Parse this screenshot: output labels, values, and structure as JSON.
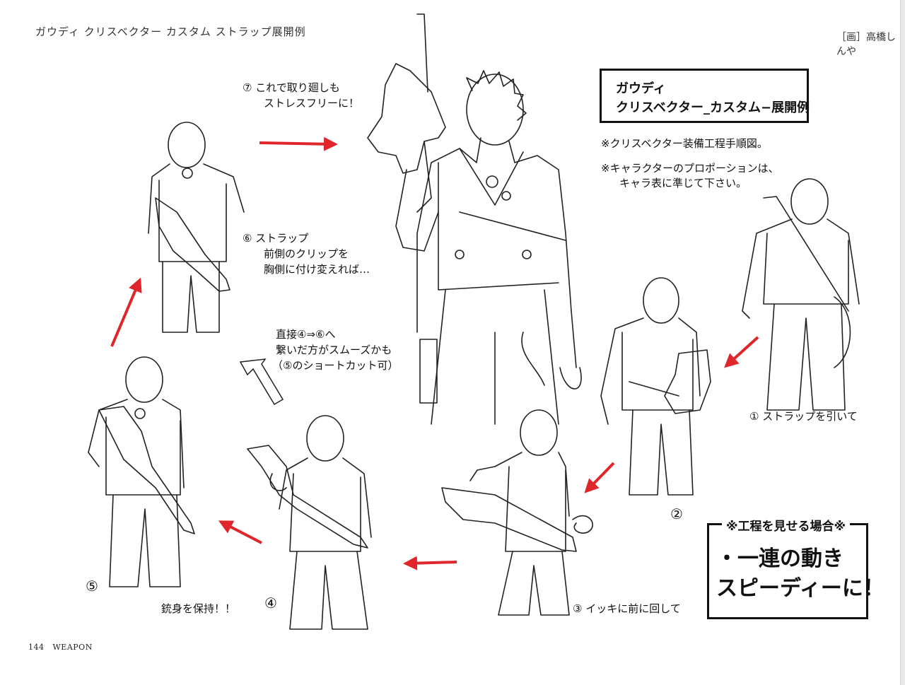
{
  "header": {
    "title": "ガウディ クリスベクター カスタム ストラップ展開例",
    "credit": "［画］高橋しんや"
  },
  "title_box": {
    "line1": "ガウディ",
    "line2": "クリスベクター_カスタム−展開例"
  },
  "notes": {
    "procedure": "※クリスベクター装備工程手順図。",
    "proportion_1": "※キャラクターのプロポーションは、",
    "proportion_2": "キャラ表に準じて下さい。"
  },
  "steps": {
    "step1": "① ストラップを引いて",
    "step2": "②",
    "step3": "③ イッキに前に回して",
    "step4": "④",
    "step4_text": "銃身を保持！！",
    "step5": "⑤",
    "step6_1": "⑥ ストラップ",
    "step6_2": "前側のクリップを",
    "step6_3": "胸側に付け変えれば…",
    "step7_1": "⑦ これで取り廻しも",
    "step7_2": "ストレスフリーに！"
  },
  "shortcut": {
    "line1": "直接④⇒⑥へ",
    "line2": "繋いだ方がスムーズかも",
    "line3": "（⑤のショートカット可）"
  },
  "callout": {
    "head": "※工程を見せる場合※",
    "line1": "・一連の動き",
    "line2": "スピーディーに！"
  },
  "footer": {
    "page": "144",
    "section": "WEAPON"
  },
  "colors": {
    "arrow": "#e0252b",
    "ink": "#111111"
  }
}
